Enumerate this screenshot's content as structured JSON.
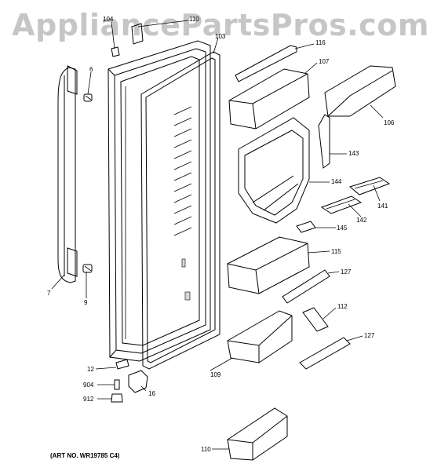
{
  "watermark": "AppliancePartsPros.com",
  "art_number": "(ART NO. WR19785 C4)",
  "callouts": {
    "c104": "104",
    "c110a": "110",
    "c103": "103",
    "c116": "116",
    "c107": "107",
    "c106": "106",
    "c6": "6",
    "c143": "143",
    "c144": "144",
    "c141": "141",
    "c142": "142",
    "c145": "145",
    "c115": "115",
    "c127a": "127",
    "c7": "7",
    "c9": "9",
    "c112": "112",
    "c127b": "127",
    "c12": "12",
    "c904": "904",
    "c109": "109",
    "c16": "16",
    "c912": "912",
    "c110b": "110"
  }
}
